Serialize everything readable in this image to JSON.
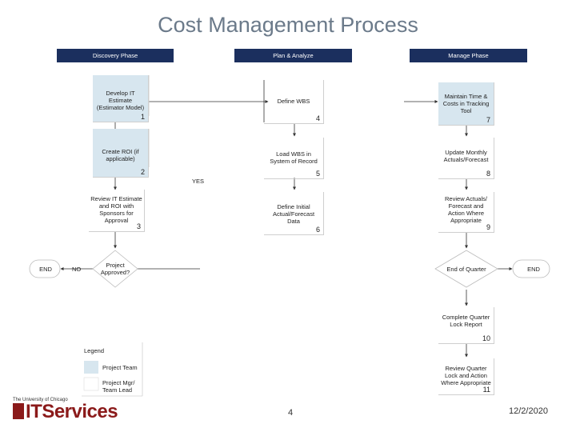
{
  "title": "Cost Management Process",
  "phases": [
    "Discovery Phase",
    "Plan & Analyze",
    "Manage Phase"
  ],
  "steps": {
    "s1": {
      "text": "Develop IT Estimate (Estimator Model)",
      "num": "1"
    },
    "s2": {
      "text": "Create ROI (if applicable)",
      "num": "2"
    },
    "s3": {
      "text": "Review IT Estimate and ROI with Sponsors for Approval",
      "num": "3"
    },
    "s4": {
      "text": "Define WBS",
      "num": "4"
    },
    "s5": {
      "text": "Load WBS in System of Record",
      "num": "5"
    },
    "s6": {
      "text": "Define Initial Actual/Forecast Data",
      "num": "6"
    },
    "s7": {
      "text": "Maintain Time & Costs in Tracking Tool",
      "num": "7"
    },
    "s8": {
      "text": "Update Monthly Actuals/Forecast",
      "num": "8"
    },
    "s9": {
      "text": "Review Actuals/ Forecast and Action Where Appropriate",
      "num": "9"
    },
    "s10": {
      "text": "Complete Quarter Lock Report",
      "num": "10"
    },
    "s11": {
      "text": "Review Quarter Lock and Action Where Appropriate",
      "num": "11"
    }
  },
  "decisions": {
    "approved": "Project Approved?",
    "quarter": "End of Quarter"
  },
  "labels": {
    "yes": "YES",
    "no": "NO",
    "end_left": "END",
    "end_right": "END"
  },
  "legend": {
    "title": "Legend",
    "items": [
      "Project Team",
      "Project Mgr/ Team Lead"
    ]
  },
  "footer": {
    "logo_sub": "The University of Chicago",
    "logo_main": "ITServices",
    "page": "4",
    "date": "12/2/2020"
  },
  "colors": {
    "phase_bar": "#1b2f5e",
    "team_box": "#d7e6ef",
    "logo": "#8b1a1a"
  }
}
